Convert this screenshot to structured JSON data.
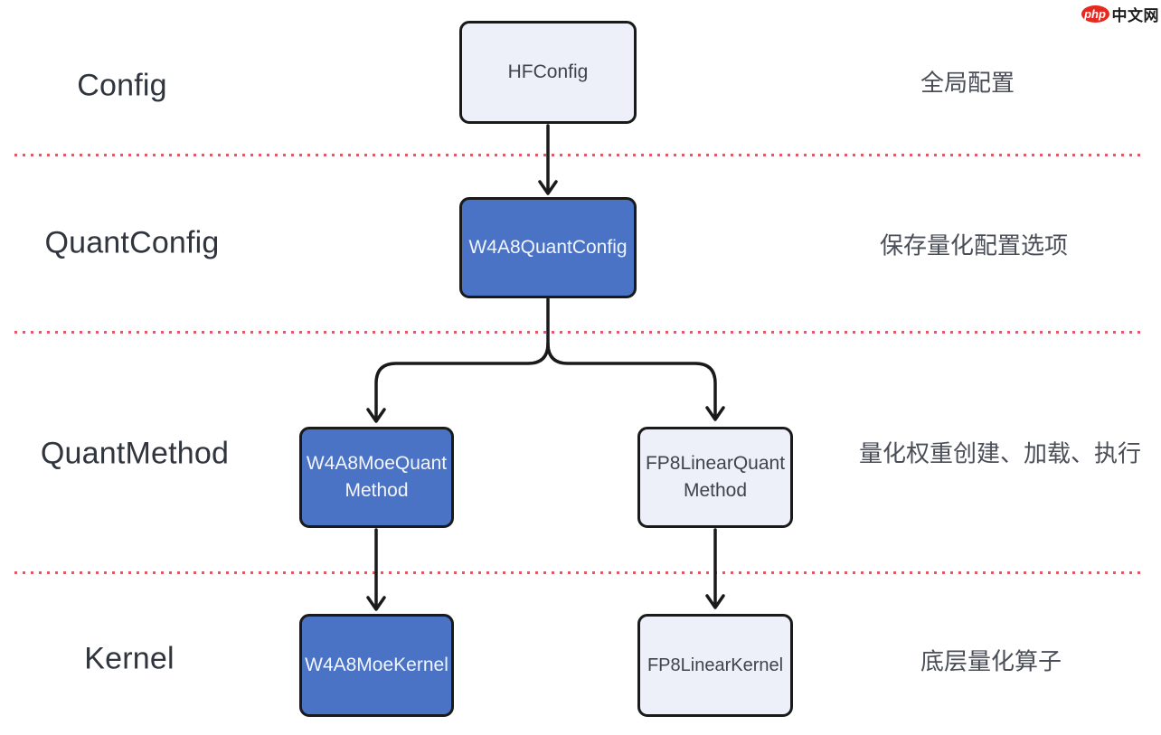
{
  "logo": {
    "icon_text": "php",
    "brand_text": "中文网"
  },
  "rows": [
    {
      "label": "Config",
      "annotation": "全局配置"
    },
    {
      "label": "QuantConfig",
      "annotation": "保存量化配置选项"
    },
    {
      "label": "QuantMethod",
      "annotation": "量化权重创建、加载、执行"
    },
    {
      "label": "Kernel",
      "annotation": "底层量化算子"
    }
  ],
  "nodes": {
    "hf_config": {
      "label": "HFConfig"
    },
    "w4a8_quant_config": {
      "label": "W4A8QuantConfig"
    },
    "w4a8_moe_quant_method": {
      "line1": "W4A8MoeQuant",
      "line2": "Method"
    },
    "fp8_linear_quant_method": {
      "line1": "FP8LinearQuant",
      "line2": "Method"
    },
    "w4a8_moe_kernel": {
      "label": "W4A8MoeKernel"
    },
    "fp8_linear_kernel": {
      "label": "FP8LinearKernel"
    }
  },
  "colors": {
    "node_blue": "#4a73c5",
    "node_light": "#edf0f8",
    "node_border": "#1a1a1a",
    "separator_dotted": "#de5a64",
    "logo_red": "#e8281e"
  }
}
